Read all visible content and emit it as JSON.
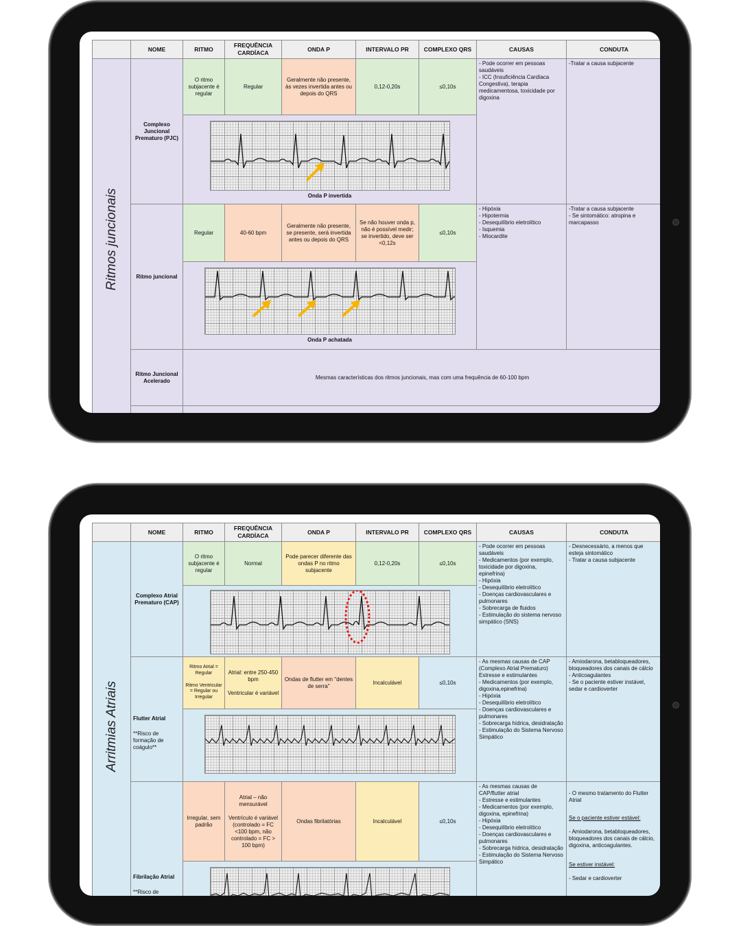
{
  "headers": [
    "NOME",
    "RITMO",
    "FREQUÊNCIA CARDÍACA",
    "ONDA P",
    "INTERVALO PR",
    "COMPLEXO QRS",
    "CAUSAS",
    "CONDUTA"
  ],
  "junctional": {
    "side_label": "Ritmos juncionais",
    "pjc": {
      "name": "Complexo Juncional Prematuro (PJC)",
      "rhythm": "O ritmo subjacente é regular",
      "rate": "Regular",
      "p_wave": "Geralmente não presente, às vezes invertida antes ou depois do QRS",
      "pr": "0,12-0,20s",
      "qrs": "≤0,10s",
      "causes": "- Pode ocorrer em pessoas saudáveis\n- ICC (Insuficiência Cardíaca Congestiva), terapia medicamentosa, toxicidade por digoxina",
      "conduct": "-Tratar a causa subjacente",
      "caption": "Onda P invertida"
    },
    "jr": {
      "name": "Ritmo juncional",
      "rhythm": "Regular",
      "rate": "40-60 bpm",
      "p_wave": "Geralmente não presente, se presente, será invertida antes ou depois do QRS",
      "pr": "Se não houver onda p, não é possível medir; se invertido, deve ser <0,12s",
      "qrs": "≤0,10s",
      "causes": "- Hipóxia\n- Hipotermia\n- Desequilíbrio eletrolítico\n- Isquemia\n- Miocardite",
      "conduct": "-Tratar a causa subjacente\n- Se sintomático: atropina e marcapasso",
      "caption": "Onda P achatada"
    },
    "ajr": {
      "name": "Ritmo Juncional Acelerado",
      "text": "Mesmas características dos ritmos juncionais, mas com uma frequência de 60-100 bpm"
    }
  },
  "atrial": {
    "side_label": "Arritmias Atriais",
    "cap": {
      "name": "Complexo Atrial Prematuro (CAP)",
      "rhythm": "O ritmo subjacente é regular",
      "rate": "Normal",
      "p_wave": "Pode parecer diferente das ondas P no ritmo subjacente",
      "pr": "0,12-0,20s",
      "qrs": "≤0,10s",
      "causes": "- Pode ocorrer em pessoas saudáveis\n- Medicamentos (por exemplo, toxicidade por digoxina, epinefrina)\n- Hipóxia\n- Desequilíbrio eletrolítico\n- Doenças cardiovasculares e pulmonares\n- Sobrecarga de fluidos\n- Estimulação do sistema nervoso simpático (SNS)",
      "conduct": "- Desnecessário, a menos que esteja sintomático\n- Tratar a causa subjacente"
    },
    "flutter": {
      "name": "Flutter Atrial",
      "risk": "**Risco de formação de coágulo**",
      "rhythm": "Ritmo Atrial = Regular\n\nRitmo Ventricular = Regular ou Irregular",
      "rate": "Atrial: entre 250-450 bpm\n\nVentricular é variável",
      "p_wave": "Ondas de flutter em \"dentes de serra\"",
      "pr": "Incalculável",
      "qrs": "≤0,10s",
      "causes": "- As mesmas causas de CAP (Complexo Atrial Prematuro) Estresse e estimulantes\n- Medicamentos (por exemplo, digoxina,epinefrina)\n- Hipóxia\n- Desequilíbrio eletrolítico\n- Doenças cardiovasculares e pulmonares\n- Sobrecarga hídrica, desidratação\n- Estimulação do Sistema Nervoso Simpático",
      "conduct": "- Amiodarona, betabloqueadores, bloqueadores dos canais de cálcio\n- Anticoagulantes\n- Se o paciente estiver instável, sedar e cardioverter"
    },
    "af": {
      "name": "Fibrilação Atrial",
      "risk": "**Risco de formação de coágulos**",
      "rhythm": "Irregular, sem padrão",
      "rate": "Atrial – não mensurável\n\nVentrículo é variável (controlado = FC <100 bpm, não controlado = FC > 100 bpm)",
      "p_wave": "Ondas fibrilatórias",
      "pr": "Incalculável",
      "qrs": "≤0,10s",
      "causes": "- As mesmas causas de CAP/flutter atrial\n- Estresse e estimulantes\n- Medicamentos (por exemplo, digoxina, epinefrina)\n- Hipóxia\n- Desequilíbrio eletrolítico\n- Doenças cardiovasculares e pulmonares\n- Sobrecarga hídrica, desidratação\n- Estimulação do Sistema Nervoso Simpático",
      "conduct_intro": "- O mesmo tratamento do Flutter Atrial",
      "conduct_stable_head": "Se o paciente estiver estável:",
      "conduct_stable": "- Amiodarona, betabloqueadores, bloqueadores dos canais de cálcio, digoxina, anticoagulantes.",
      "conduct_unstable_head": "Se estiver instável:",
      "conduct_unstable": "- Sedar e cardioverter"
    }
  },
  "colors": {
    "green": "#dbeed4",
    "peach": "#fbd9c2",
    "yellow": "#fcecb7",
    "lavender": "#e2def0",
    "blue": "#d7e9f2",
    "arrow": "#f5b400",
    "highlight": "#e01b1b"
  }
}
